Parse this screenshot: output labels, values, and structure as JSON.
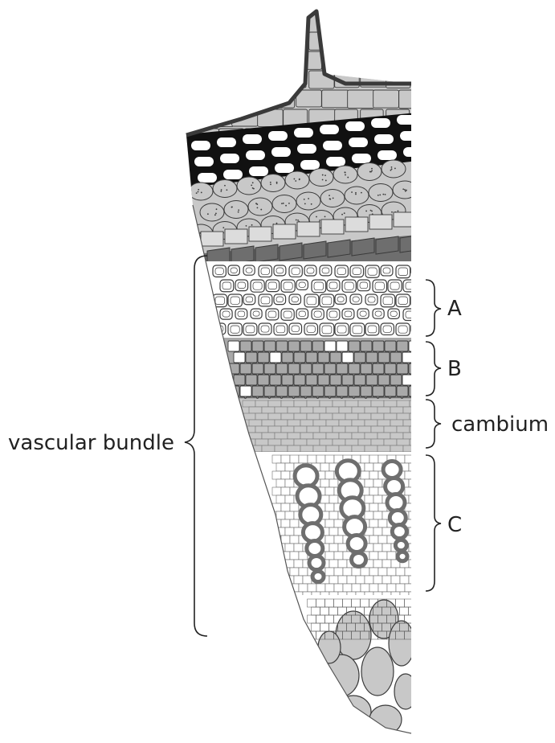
{
  "labels": {
    "vascular_bundle": "vascular bundle",
    "a": "A",
    "b": "B",
    "cambium": "cambium",
    "c": "C"
  },
  "colors": {
    "outline": "#3a3a3a",
    "light_gray": "#c8c8c8",
    "mid_gray": "#a9a9a9",
    "dark_gray": "#6e6e6e",
    "black": "#111111",
    "white": "#ffffff"
  }
}
